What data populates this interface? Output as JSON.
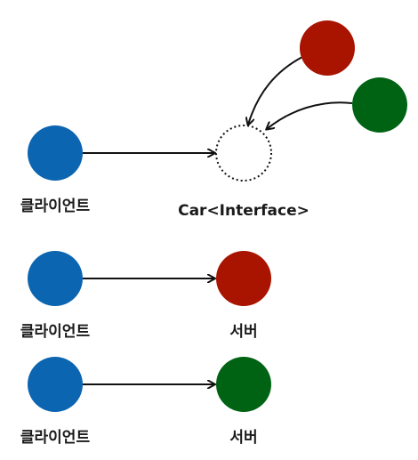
{
  "colors": {
    "client": "#0c65b1",
    "server_red": "#a81400",
    "server_green": "#006314",
    "interface_outline": "#111111",
    "edge": "#111111"
  },
  "labels": {
    "client_top": "클라이언트",
    "interface": "Car<Interface>",
    "client_middle": "클라이언트",
    "server_middle": "서버",
    "client_bottom": "클라이언트",
    "server_bottom": "서버"
  }
}
